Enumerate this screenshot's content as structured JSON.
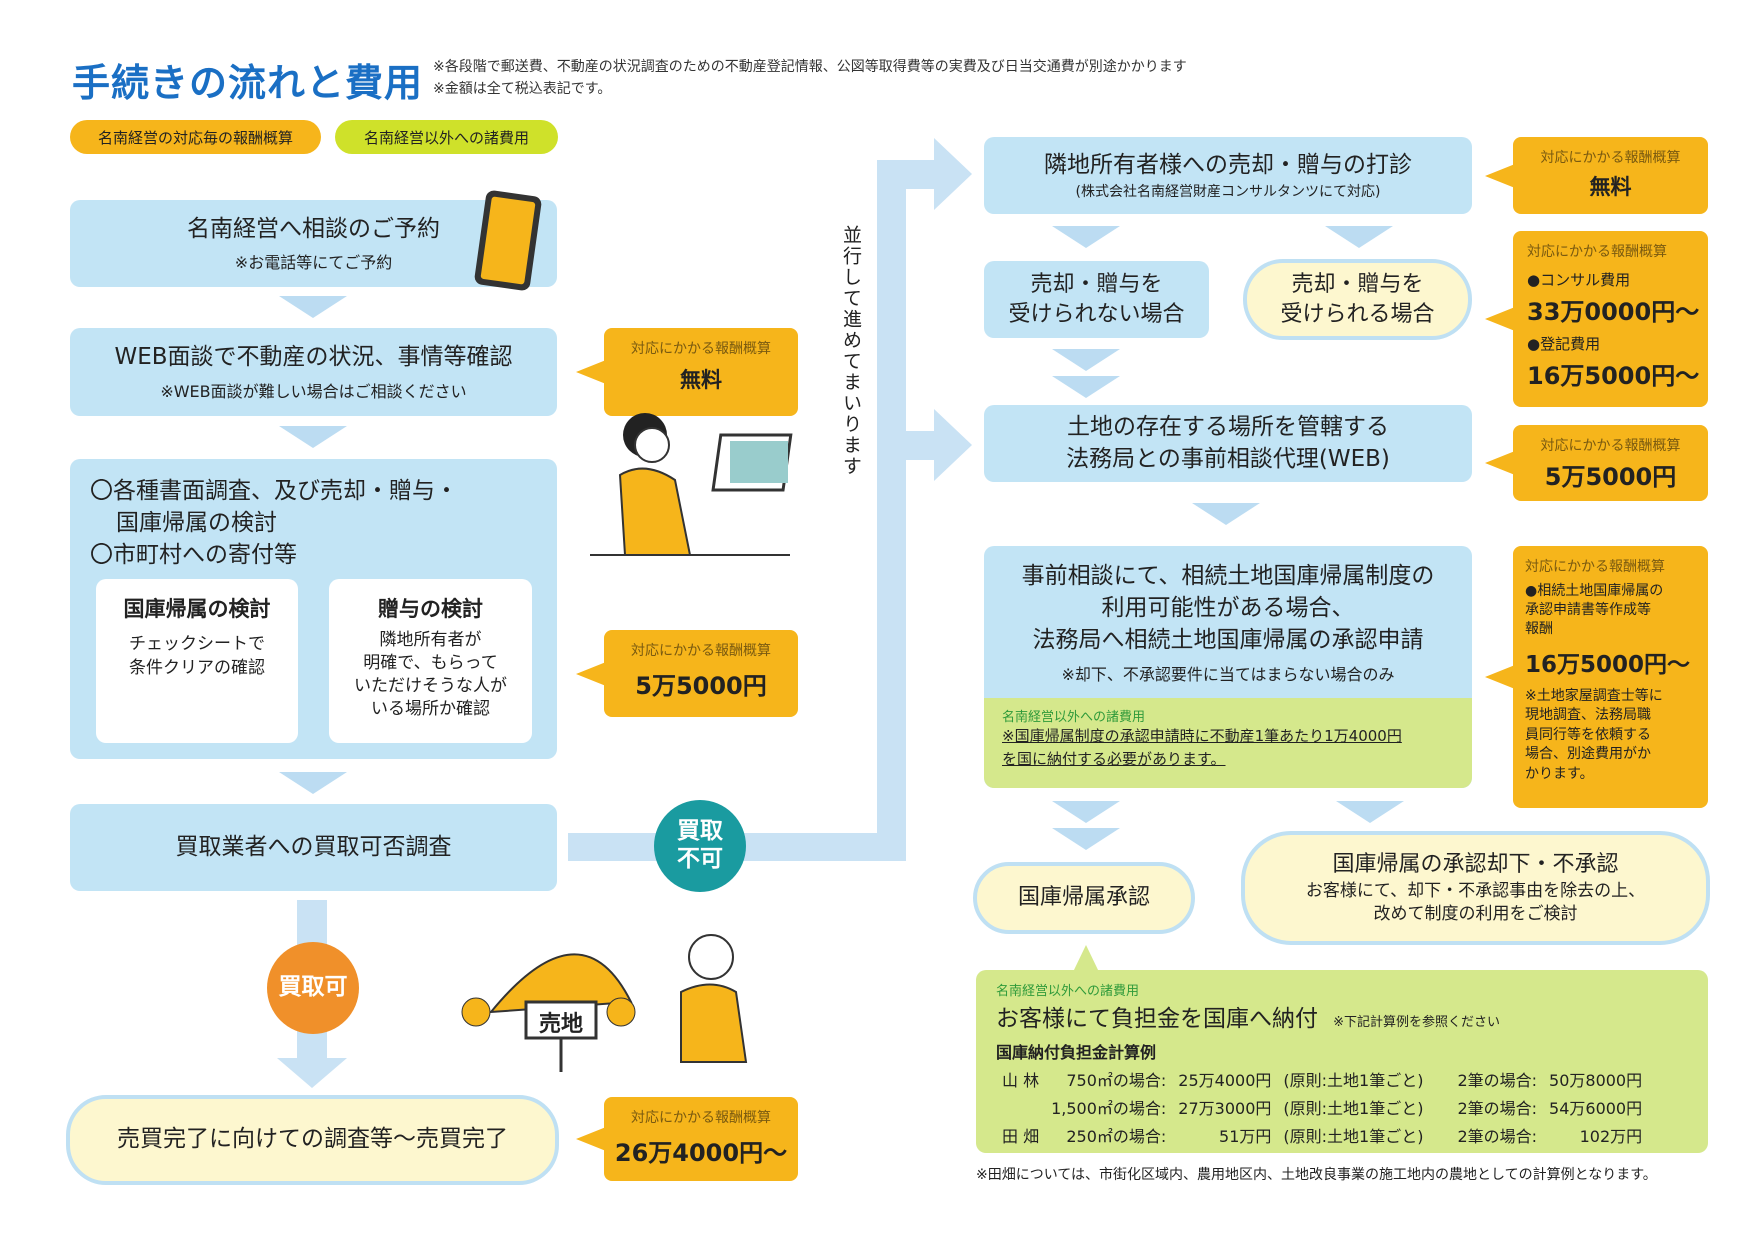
{
  "header": {
    "title": "手続きの流れと費用",
    "note1": "※各段階で郵送費、不動産の状況調査のための不動産登記情報、公図等取得費等の実費及び日当交通費が別途かかります",
    "note2": "※金額は全て税込表記です。"
  },
  "legend": {
    "fee": "名南経営の対応毎の報酬概算",
    "other": "名南経営以外への諸費用"
  },
  "fee_label": "対応にかかる報酬概算",
  "left": {
    "step1": {
      "title": "名南経営へ相談のご予約",
      "sub": "※お電話等にてご予約"
    },
    "step2": {
      "title": "WEB面談で不動産の状況、事情等確認",
      "sub": "※WEB面談が難しい場合はご相談ください",
      "fee": "無料"
    },
    "step3": {
      "line1": "〇各種書面調査、及び売却・贈与・",
      "line2": "国庫帰属の検討",
      "line3": "〇市町村への寄付等",
      "card1_title": "国庫帰属の検討",
      "card1_text": "チェックシートで\n条件クリアの確認",
      "card2_title": "贈与の検討",
      "card2_text": "隣地所有者が\n明確で、もらって\nいただけそうな人が\nいる場所か確認",
      "fee": "5万5000円"
    },
    "step4": {
      "title": "買取業者への買取可否調査"
    },
    "ng": "買取\n不可",
    "ok": "買取可",
    "sign": "売地",
    "step5": {
      "title": "売買完了に向けての調査等～売買完了",
      "fee": "26万4000円～"
    }
  },
  "parallel": "並行して進めてまいります",
  "right": {
    "r1": {
      "title": "隣地所有者様への売却・贈与の打診",
      "sub": "(株式会社名南経営財産コンサルタンツにて対応)",
      "fee": "無料"
    },
    "r2a": "売却・贈与を\n受けられない場合",
    "r2b": "売却・贈与を\n受けられる場合",
    "r2fee": {
      "item1": "●コンサル費用",
      "val1": "33万0000円～",
      "item2": "●登記費用",
      "val2": "16万5000円～"
    },
    "r3": {
      "title": "土地の存在する場所を管轄する\n法務局との事前相談代理(WEB)",
      "fee": "5万5000円"
    },
    "r4": {
      "title": "事前相談にて、相続土地国庫帰属制度の\n利用可能性がある場合、\n法務局へ相続土地国庫帰属の承認申請",
      "sub": "※却下、不承認要件に当てはまらない場合のみ",
      "other_head": "名南経営以外への諸費用",
      "other_text": "※国庫帰属制度の承認申請時に不動産1筆あたり1万4000円\nを国に納付する必要があります。",
      "fee_item": "●相続土地国庫帰属の\n承認申請書等作成等\n報酬",
      "fee": "16万5000円～",
      "fee_note": "※土地家屋調査士等に\n現地調査、法務局職\n員同行等を依頼する\n場合、別途費用がか\nかります。"
    },
    "r5a": "国庫帰属承認",
    "r5b": {
      "title": "国庫帰属の承認却下・不承認",
      "sub": "お客様にて、却下・不承認事由を除去の上、\n改めて制度の利用をご検討"
    },
    "r6": {
      "head": "名南経営以外への諸費用",
      "title": "お客様にて負担金を国庫へ納付",
      "title_note": "※下記計算例を参照ください",
      "calc_title": "国庫納付負担金計算例",
      "rows": [
        {
          "type": "山 林",
          "area": "750㎡の場合:",
          "amount": "25万4000円",
          "rule": "(原則:土地1筆ごと)",
          "two": "2筆の場合:",
          "two_amount": "50万8000円"
        },
        {
          "type": "",
          "area": "1,500㎡の場合:",
          "amount": "27万3000円",
          "rule": "(原則:土地1筆ごと)",
          "two": "2筆の場合:",
          "two_amount": "54万6000円"
        },
        {
          "type": "田 畑",
          "area": "250㎡の場合:",
          "amount": "51万円",
          "rule": "(原則:土地1筆ごと)",
          "two": "2筆の場合:",
          "two_amount": "102万円"
        }
      ]
    },
    "footnote": "※田畑については、市街化区域内、農用地区内、土地改良事業の施工地内の農地としての計算例となります。"
  },
  "colors": {
    "blue": "#c2e4f5",
    "orange": "#f6b51b",
    "green": "#d5e88c",
    "title": "#1a6fc4",
    "teal": "#1a9ba0",
    "ok": "#f0902a"
  }
}
